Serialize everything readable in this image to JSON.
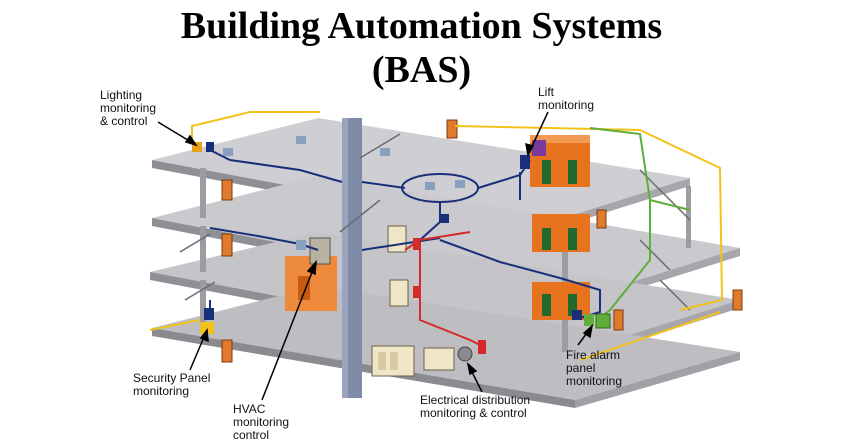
{
  "title_line1": "Building Automation Systems",
  "title_line2": "(BAS)",
  "labels": {
    "lighting": "Lighting\nmonitoring\n& control",
    "lift": "Lift\nmonitoring",
    "security": "Security Panel\nmonitoring",
    "hvac": "HVAC\nmonitoring\ncontrol",
    "electrical": "Electrical distribution\nmonitoring & control",
    "fire": "Fire alarm\npanel\nmonitoring"
  },
  "colors": {
    "floor_top": "#c8c8cc",
    "floor_edge": "#8c8c92",
    "network": "#1a2f7a",
    "lighting_wire": "#f2c21b",
    "fire_wire": "#5fae3a",
    "electrical_wire": "#d42a2a",
    "door": "#e07a2c",
    "lift_car": "#e8731f"
  }
}
